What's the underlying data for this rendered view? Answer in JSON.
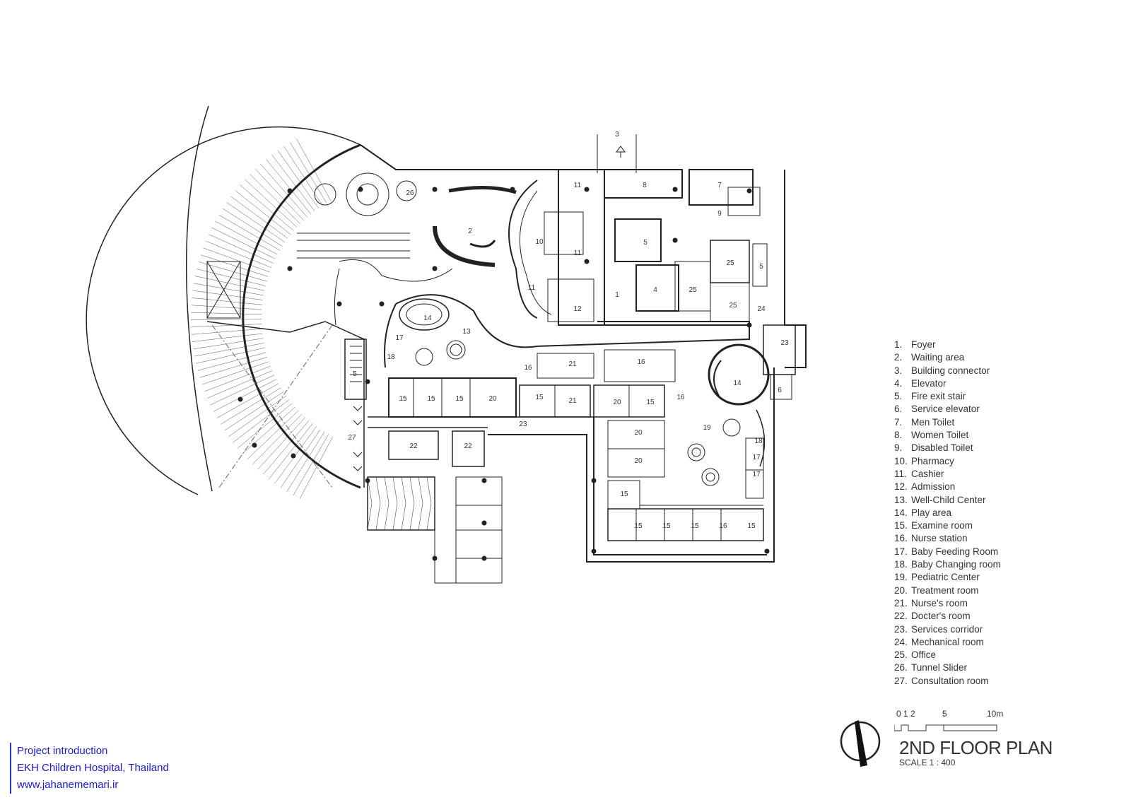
{
  "plan": {
    "top_marker": "3",
    "room_numbers": [
      {
        "id": "n26",
        "label": "26"
      },
      {
        "id": "n2",
        "label": "2"
      },
      {
        "id": "n10",
        "label": "10"
      },
      {
        "id": "n11a",
        "label": "11"
      },
      {
        "id": "n11b",
        "label": "11"
      },
      {
        "id": "n11c",
        "label": "11"
      },
      {
        "id": "n12",
        "label": "12"
      },
      {
        "id": "n1",
        "label": "1"
      },
      {
        "id": "n5a",
        "label": "5"
      },
      {
        "id": "n4",
        "label": "4"
      },
      {
        "id": "n25a",
        "label": "25"
      },
      {
        "id": "n25b",
        "label": "25"
      },
      {
        "id": "n25c",
        "label": "25"
      },
      {
        "id": "n24",
        "label": "24"
      },
      {
        "id": "n8",
        "label": "8"
      },
      {
        "id": "n7",
        "label": "7"
      },
      {
        "id": "n9",
        "label": "9"
      },
      {
        "id": "n5b",
        "label": "5"
      },
      {
        "id": "n23a",
        "label": "23"
      },
      {
        "id": "n23b",
        "label": "23"
      },
      {
        "id": "n6",
        "label": "6"
      },
      {
        "id": "n14a",
        "label": "14"
      },
      {
        "id": "n14b",
        "label": "14"
      },
      {
        "id": "n13",
        "label": "13"
      },
      {
        "id": "n17a",
        "label": "17"
      },
      {
        "id": "n18a",
        "label": "18"
      },
      {
        "id": "n16a",
        "label": "16"
      },
      {
        "id": "n21a",
        "label": "21"
      },
      {
        "id": "n16b",
        "label": "16"
      },
      {
        "id": "n15a",
        "label": "15"
      },
      {
        "id": "n15b",
        "label": "15"
      },
      {
        "id": "n15c",
        "label": "15"
      },
      {
        "id": "n20a",
        "label": "20"
      },
      {
        "id": "n15d",
        "label": "15"
      },
      {
        "id": "n21b",
        "label": "21"
      },
      {
        "id": "n20b",
        "label": "20"
      },
      {
        "id": "n15e",
        "label": "15"
      },
      {
        "id": "n16c",
        "label": "16"
      },
      {
        "id": "n19",
        "label": "19"
      },
      {
        "id": "n18b",
        "label": "18"
      },
      {
        "id": "n17b",
        "label": "17"
      },
      {
        "id": "n17c",
        "label": "17"
      },
      {
        "id": "n20c",
        "label": "20"
      },
      {
        "id": "n20d",
        "label": "20"
      },
      {
        "id": "n15f",
        "label": "15"
      },
      {
        "id": "n15g",
        "label": "15"
      },
      {
        "id": "n15h",
        "label": "15"
      },
      {
        "id": "n15i",
        "label": "15"
      },
      {
        "id": "n16d",
        "label": "16"
      },
      {
        "id": "n15j",
        "label": "15"
      },
      {
        "id": "n22a",
        "label": "22"
      },
      {
        "id": "n22b",
        "label": "22"
      },
      {
        "id": "n27",
        "label": "27"
      },
      {
        "id": "n5c",
        "label": "5"
      }
    ]
  },
  "legend": [
    {
      "num": "1.",
      "text": "Foyer"
    },
    {
      "num": "2.",
      "text": "Waiting area"
    },
    {
      "num": "3.",
      "text": "Building connector"
    },
    {
      "num": "4.",
      "text": "Elevator"
    },
    {
      "num": "5.",
      "text": "Fire exit stair"
    },
    {
      "num": "6.",
      "text": "Service elevator"
    },
    {
      "num": "7.",
      "text": "Men Toilet"
    },
    {
      "num": "8.",
      "text": "Women Toilet"
    },
    {
      "num": "9.",
      "text": "Disabled Toilet"
    },
    {
      "num": "10.",
      "text": "Pharmacy"
    },
    {
      "num": "11.",
      "text": "Cashier"
    },
    {
      "num": "12.",
      "text": "Admission"
    },
    {
      "num": "13.",
      "text": "Well-Child Center"
    },
    {
      "num": "14.",
      "text": "Play area"
    },
    {
      "num": "15.",
      "text": "Examine room"
    },
    {
      "num": "16.",
      "text": "Nurse station"
    },
    {
      "num": "17.",
      "text": "Baby Feeding Room"
    },
    {
      "num": "18.",
      "text": "Baby Changing room"
    },
    {
      "num": "19.",
      "text": "Pediatric Center"
    },
    {
      "num": "20.",
      "text": "Treatment room"
    },
    {
      "num": "21.",
      "text": "Nurse's room"
    },
    {
      "num": "22.",
      "text": "Docter's room"
    },
    {
      "num": "23.",
      "text": "Services corridor"
    },
    {
      "num": "24.",
      "text": "Mechanical room"
    },
    {
      "num": "25.",
      "text": "Office"
    },
    {
      "num": "26.",
      "text": "Tunnel Slider"
    },
    {
      "num": "27.",
      "text": "Consultation room"
    }
  ],
  "scale": {
    "ticks": [
      "0",
      "1",
      "2",
      "5",
      "10m"
    ],
    "title": "2ND FLOOR PLAN",
    "subtitle": "SCALE 1 : 400"
  },
  "credit": {
    "line1": "Project introduction",
    "line2": "EKH Children Hospital, Thailand",
    "line3": "www.jahanememari.ir"
  },
  "colors": {
    "line": "#222222",
    "text": "#333333",
    "credit": "#1a1ad4"
  }
}
